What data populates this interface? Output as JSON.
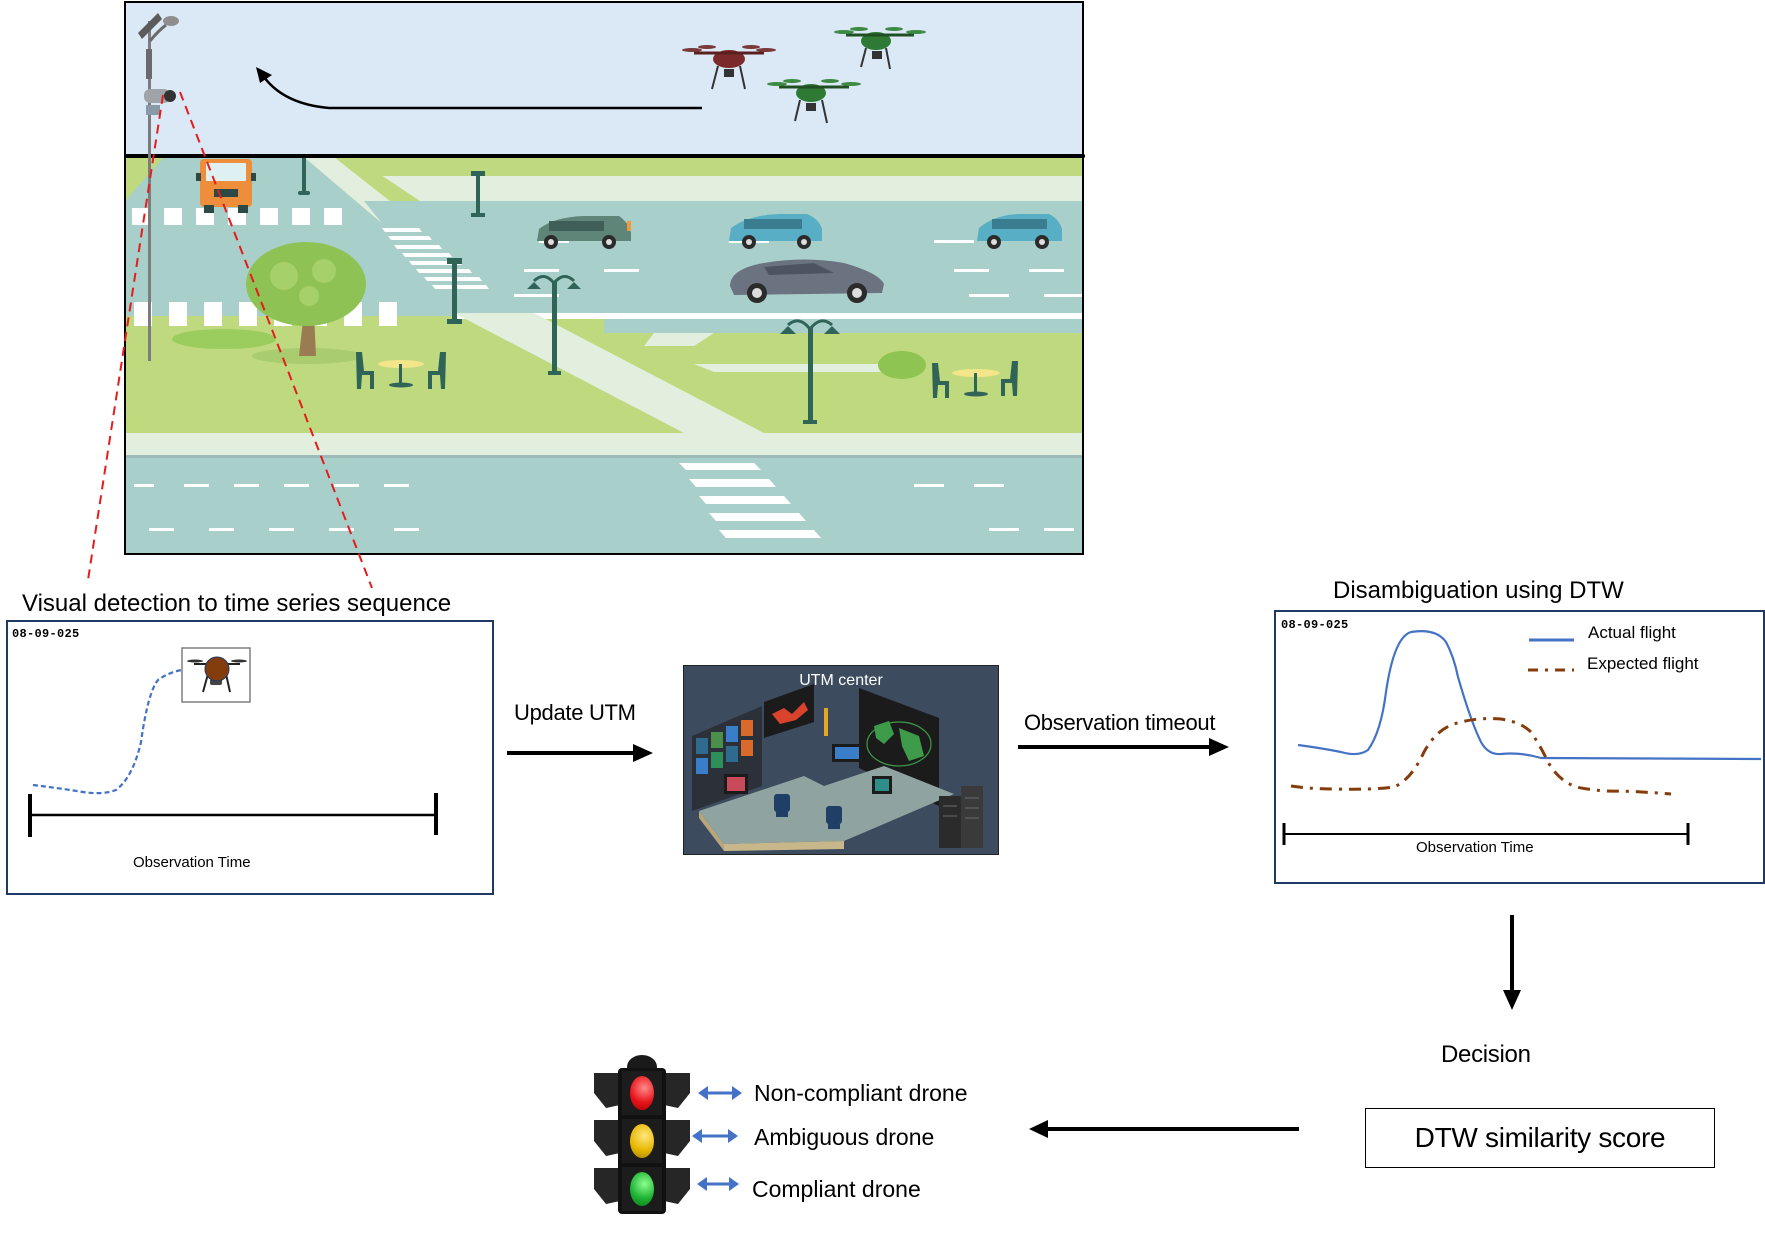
{
  "scene": {
    "name": "urban-drone-surveillance-scene",
    "elements": [
      "street-light-pole",
      "surveillance-camera",
      "red-drone",
      "green-drone",
      "green-drone",
      "flight-direction-arrow",
      "orange-truck",
      "cars",
      "trees",
      "street-lamps",
      "cafe-tables",
      "crosswalks"
    ],
    "colors": {
      "sky": "#dbe8f5",
      "grass": "#bfd97e",
      "road": "#a9cfcb",
      "sidewalk": "#e2eede",
      "lamp": "#2f6457",
      "fov": "#e51c1c"
    }
  },
  "detection_panel": {
    "title": "Visual detection to time series sequence",
    "timestamp": "08-09-025",
    "axis_label": "Observation Time",
    "track_color": "#4472c4"
  },
  "flow": {
    "update_label": "Update UTM",
    "utm_label": "UTM center",
    "timeout_label": "Observation timeout",
    "decision_label": "Decision",
    "score_label": "DTW similarity score"
  },
  "dtw_panel": {
    "title": "Disambiguation using DTW",
    "timestamp": "08-09-025",
    "axis_label": "Observation Time",
    "legend": [
      {
        "label": "Actual flight",
        "color": "#4472c4",
        "style": "solid"
      },
      {
        "label": "Expected flight",
        "color": "#843c0c",
        "style": "dash-dot"
      }
    ]
  },
  "outcomes": [
    {
      "label": "Non-compliant drone",
      "light": "red",
      "color": "#e8141b"
    },
    {
      "label": "Ambiguous drone",
      "light": "yellow",
      "color": "#e6b800"
    },
    {
      "label": "Compliant drone",
      "light": "green",
      "color": "#1db233"
    }
  ],
  "arrow_color": "#4472c4"
}
